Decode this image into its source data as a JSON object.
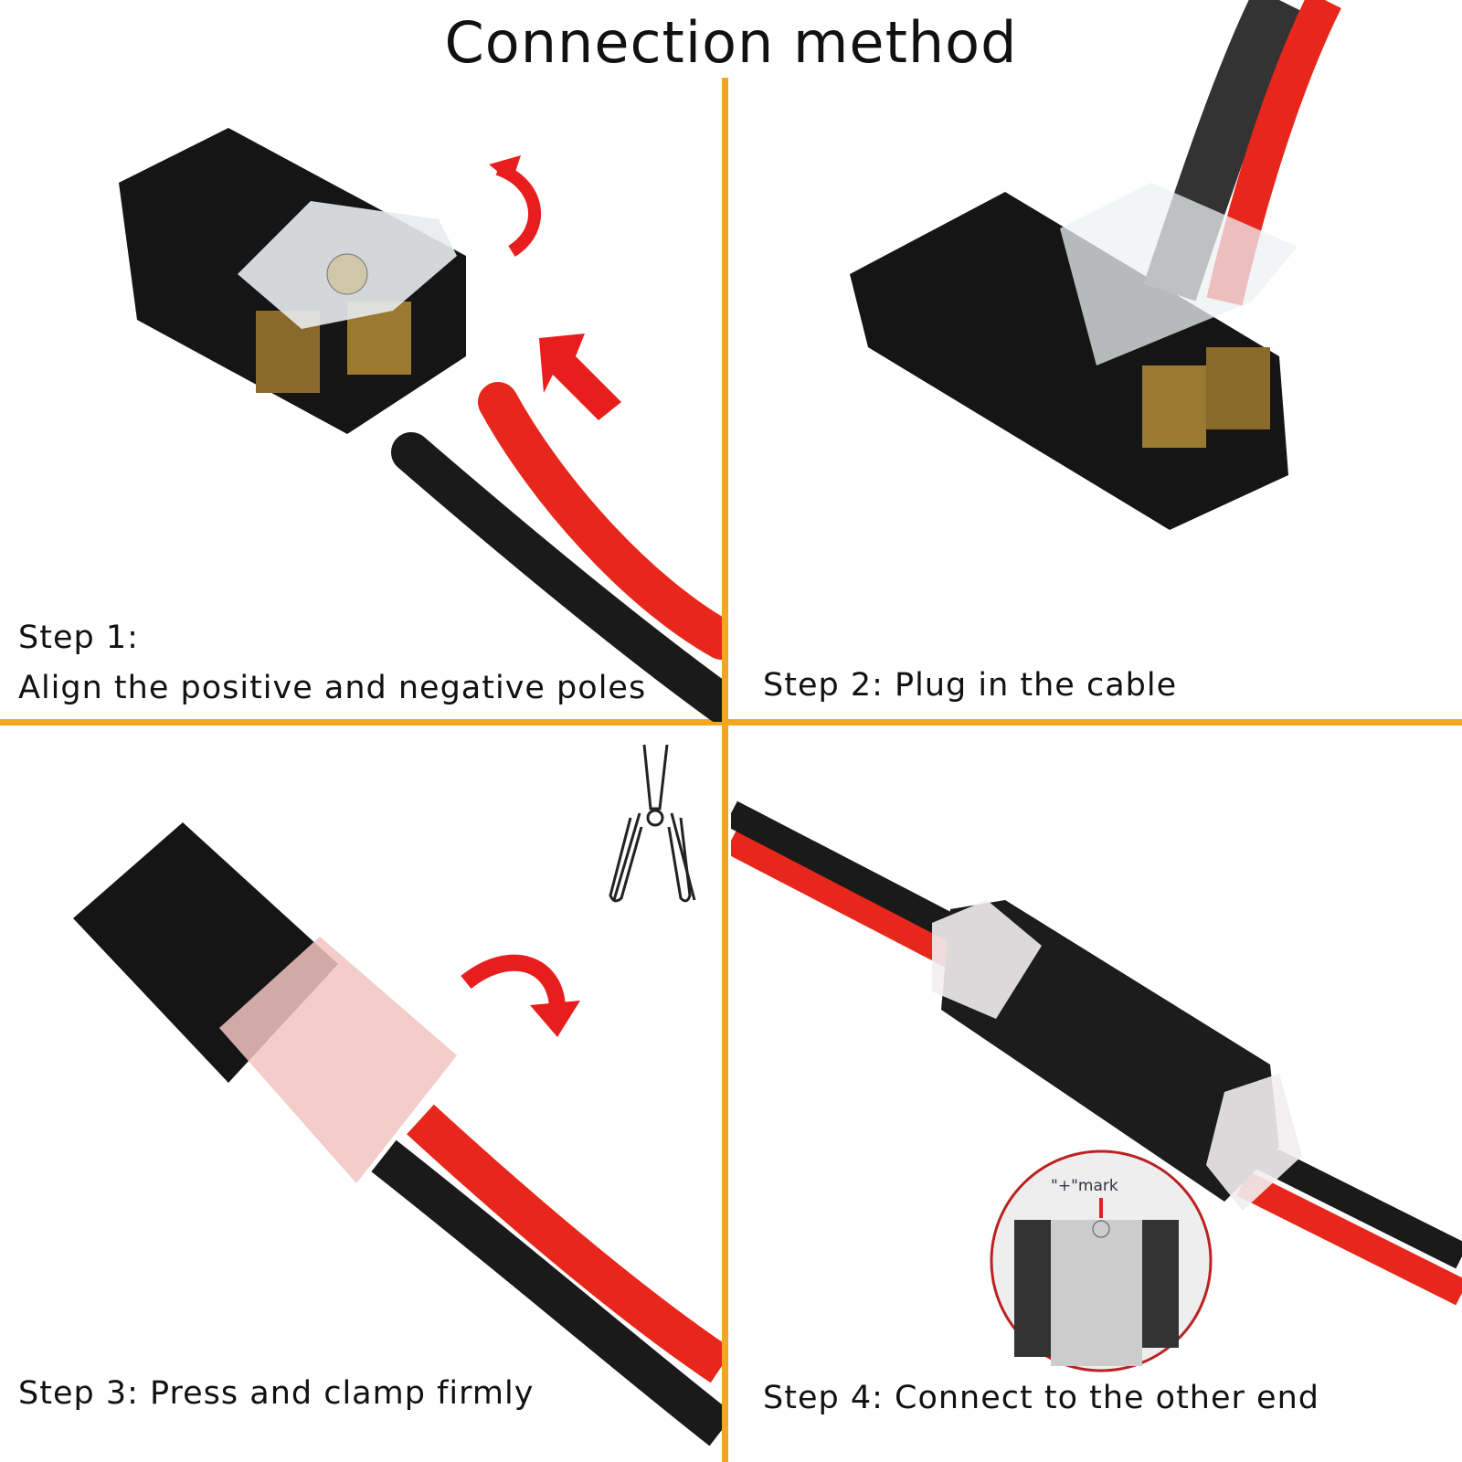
{
  "title": "Connection method",
  "steps": [
    {
      "heading": "Step 1:",
      "text": "Align the positive and negative poles"
    },
    {
      "text": "Step 2: Plug in the cable"
    },
    {
      "text": "Step 3: Press and clamp firmly"
    },
    {
      "text": "Step 4: Connect to the other end"
    }
  ],
  "inset": {
    "label": "\"+\"mark"
  },
  "colors": {
    "divider": "#f2a81d",
    "wire_red": "#e8271c",
    "wire_black": "#1a1a1a",
    "arrow_red": "#e81e1e"
  }
}
